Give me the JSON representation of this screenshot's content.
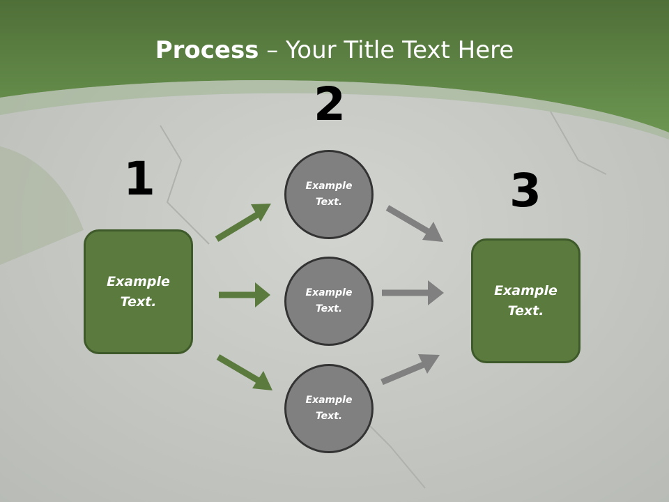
{
  "slide": {
    "title_bold": "Process",
    "title_rest": " – Your Title Text Here"
  },
  "diagram": {
    "step_numbers": [
      "1",
      "2",
      "3"
    ],
    "left_box": "Example\nText.",
    "right_box": "Example\nText.",
    "circles": [
      "Example\nText.",
      "Example\nText.",
      "Example\nText."
    ]
  },
  "colors": {
    "green_fill": "#5b7a3d",
    "green_arrow": "#5b7a3d",
    "gray_circle": "#808080",
    "gray_arrow": "#808080",
    "header_green": "#5d8a44"
  }
}
